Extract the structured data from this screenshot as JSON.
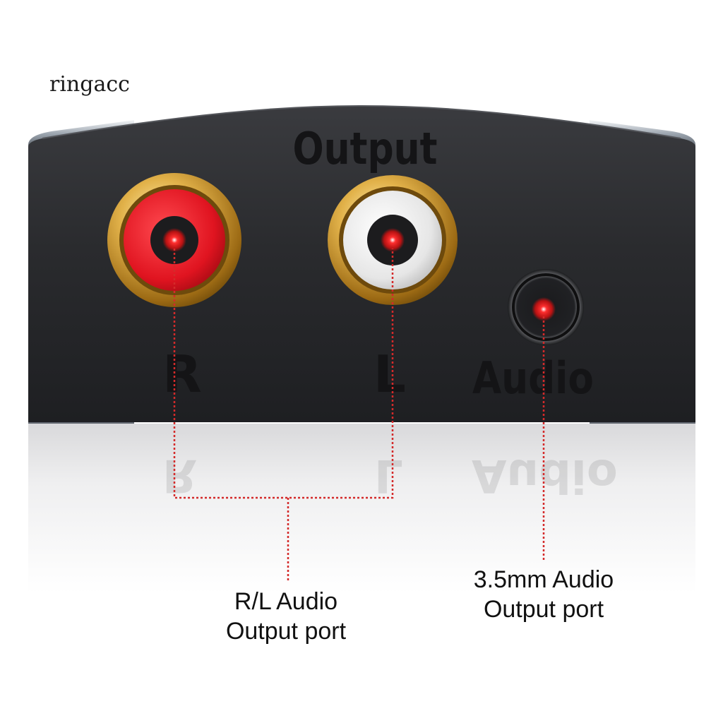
{
  "watermark": "ringacc",
  "device": {
    "panel_title": "Output",
    "port_labels": {
      "right": "R",
      "left": "L",
      "audio": "Audio"
    }
  },
  "callouts": {
    "rl_port": {
      "line1": "R/L Audio",
      "line2": "Output port"
    },
    "mm35_port": {
      "line1": "3.5mm Audio",
      "line2": "Output port"
    }
  },
  "colors": {
    "panel": "#2a2b2e",
    "rca_red": "#e01420",
    "rca_white": "#ececec",
    "gold_ring": "#c9962e",
    "indicator_red": "#ff1a1a",
    "leader_line": "#d42a2a"
  }
}
